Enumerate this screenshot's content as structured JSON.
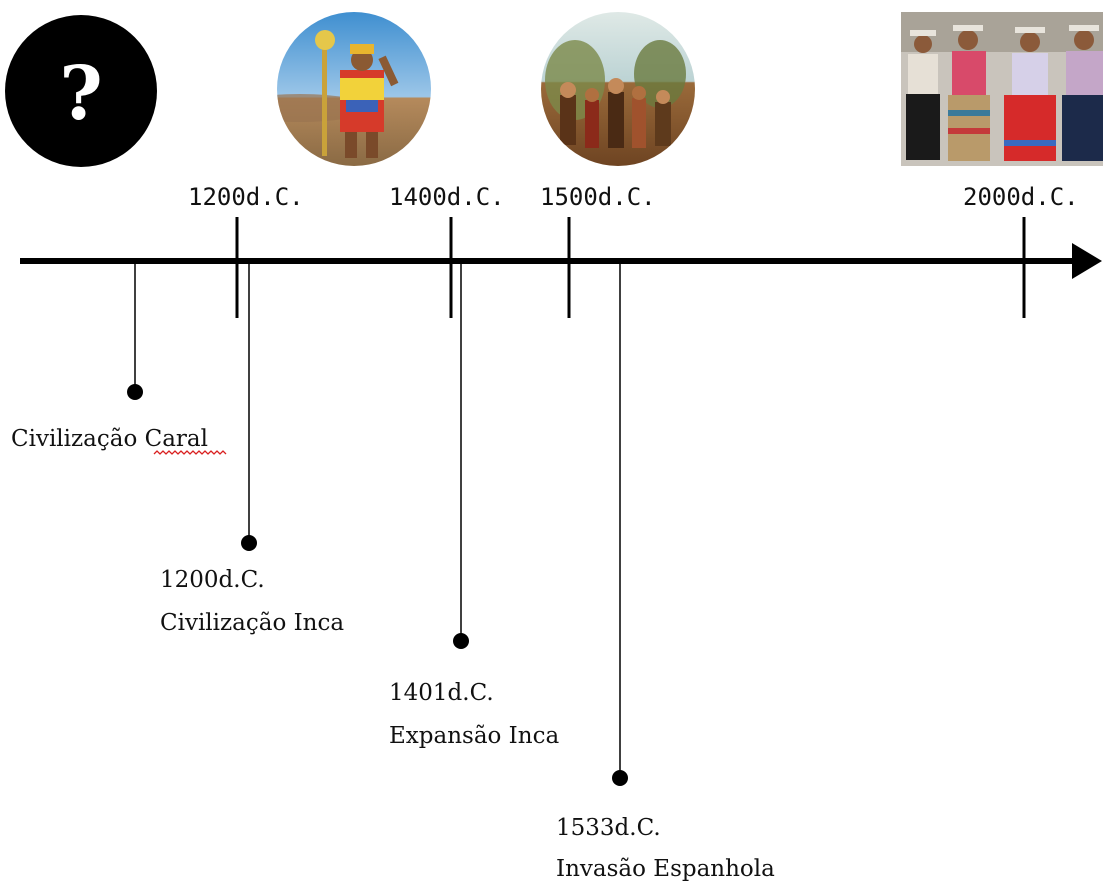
{
  "timeline": {
    "ticks": [
      {
        "label": "1200d.C."
      },
      {
        "label": "1400d.C."
      },
      {
        "label": "1500d.C."
      },
      {
        "label": "2000d.C."
      }
    ],
    "events": [
      {
        "lines": [
          "Civilização Caral"
        ],
        "spellcheck_word": "Caral"
      },
      {
        "lines": [
          "1200d.C.",
          "Civilização Inca"
        ]
      },
      {
        "lines": [
          "1401d.C.",
          "Expansão Inca"
        ]
      },
      {
        "lines": [
          "1533d.C.",
          "Invasão Espanhola"
        ]
      }
    ],
    "images": [
      {
        "icon": "question-mark-icon",
        "glyph": "?"
      },
      {
        "icon": "inca-emperor-image"
      },
      {
        "icon": "spanish-conquest-painting-image"
      },
      {
        "icon": "andean-women-photo-image"
      }
    ]
  },
  "colors": {
    "line": "#000000",
    "spellcheck": "#d92020",
    "question_bg": "#000000"
  }
}
